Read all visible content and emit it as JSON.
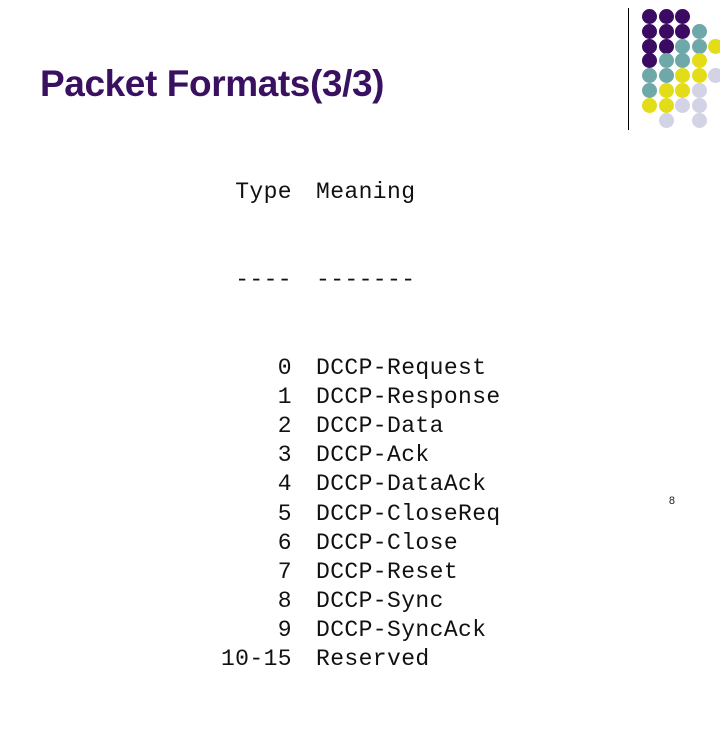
{
  "slide": {
    "title": "Packet Formats(3/3)",
    "page_number": "8",
    "background_color": "#ffffff",
    "title_color": "#3a1060"
  },
  "decoration": {
    "name": "dot-grid",
    "rule_color": "#000000",
    "palette": {
      "purple": "#3b0a63",
      "teal": "#6fa8a8",
      "yellow": "#e3dd19",
      "lavender": "#d3d3e6"
    },
    "rows": [
      [
        "purple",
        "purple",
        "purple"
      ],
      [
        "purple",
        "purple",
        "purple",
        "teal"
      ],
      [
        "purple",
        "purple",
        "teal",
        "teal",
        "yellow"
      ],
      [
        "purple",
        "teal",
        "teal",
        "yellow"
      ],
      [
        "teal",
        "teal",
        "yellow",
        "yellow",
        "lavender"
      ],
      [
        "teal",
        "yellow",
        "yellow",
        "lavender"
      ],
      [
        "yellow",
        "yellow",
        "lavender",
        "lavender"
      ],
      [
        "",
        "lavender",
        "",
        "lavender"
      ]
    ]
  },
  "table": {
    "headers": {
      "type": "Type",
      "meaning": "Meaning"
    },
    "separators": {
      "type": "----",
      "meaning": "-------"
    },
    "rows": [
      {
        "type": "0",
        "meaning": "DCCP-Request"
      },
      {
        "type": "1",
        "meaning": "DCCP-Response"
      },
      {
        "type": "2",
        "meaning": "DCCP-Data"
      },
      {
        "type": "3",
        "meaning": "DCCP-Ack"
      },
      {
        "type": "4",
        "meaning": "DCCP-DataAck"
      },
      {
        "type": "5",
        "meaning": "DCCP-CloseReq"
      },
      {
        "type": "6",
        "meaning": "DCCP-Close"
      },
      {
        "type": "7",
        "meaning": "DCCP-Reset"
      },
      {
        "type": "8",
        "meaning": "DCCP-Sync"
      },
      {
        "type": "9",
        "meaning": "DCCP-SyncAck"
      },
      {
        "type": "10-15",
        "meaning": "Reserved"
      }
    ]
  }
}
